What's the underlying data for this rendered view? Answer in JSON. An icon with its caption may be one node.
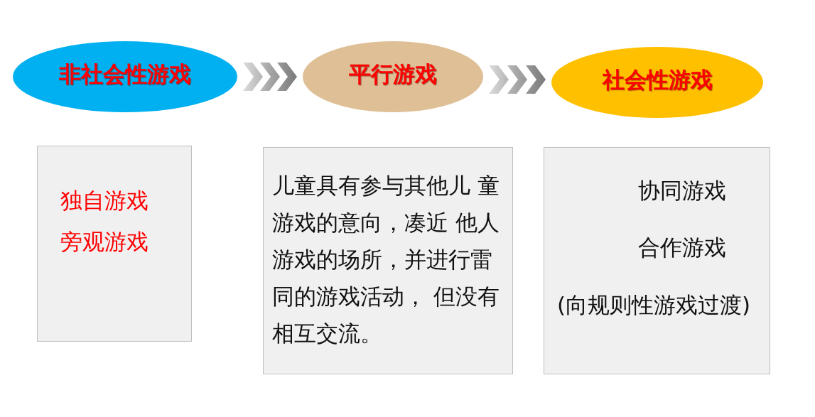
{
  "diagram": {
    "nodes": [
      {
        "text": [
          "非社会性游戏"
        ]
      },
      {
        "text": [
          "平行游戏"
        ]
      },
      {
        "text": [
          "社会性游戏"
        ]
      },
      {
        "text": [
          "独自游戏",
          "旁观游戏"
        ]
      },
      {
        "text": [
          "儿童具有参与其他儿 童游戏的意向，凑近 他人游戏的场所，并进行雷同的游戏活动， 但没有相互交流。"
        ]
      },
      {
        "text": [
          "协同游戏",
          "合作游戏",
          "(向规则性游戏过渡)"
        ]
      }
    ],
    "edges": [
      {
        "from": 0,
        "to": 1,
        "arrow": "to"
      },
      {
        "from": 1,
        "to": 2,
        "arrow": "to"
      }
    ]
  }
}
